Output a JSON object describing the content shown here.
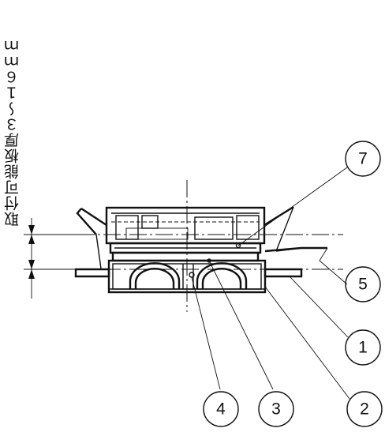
{
  "dimension_label": "取付可能板厚３～１６ｍｍ",
  "balloons": [
    {
      "id": "balloon-7",
      "number": "7"
    },
    {
      "id": "balloon-5",
      "number": "5"
    },
    {
      "id": "balloon-1",
      "number": "1"
    },
    {
      "id": "balloon-2",
      "number": "2"
    },
    {
      "id": "balloon-4",
      "number": "4"
    },
    {
      "id": "balloon-3",
      "number": "3"
    }
  ]
}
